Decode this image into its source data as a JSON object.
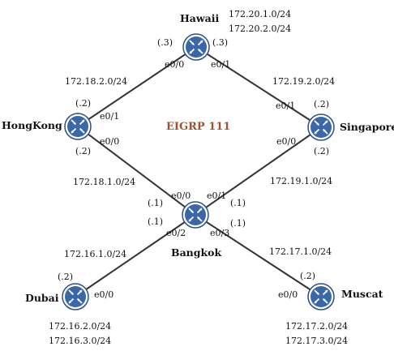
{
  "diagram": {
    "title": "EIGRP 111",
    "title_color": "#A0522D",
    "line_color": "#333333",
    "router_fill": "#3B67A8",
    "routers": {
      "hawaii": "Hawaii",
      "hongkong": "HongKong",
      "singapore": "Singapore",
      "bangkok": "Bangkok",
      "dubai": "Dubai",
      "muscat": "Muscat"
    },
    "networks": {
      "hawaii_lan1": "172.20.1.0/24",
      "hawaii_lan2": "172.20.2.0/24",
      "hk_hawaii": "172.18.2.0/24",
      "hawaii_sg": "172.19.2.0/24",
      "hk_bkk": "172.18.1.0/24",
      "sg_bkk": "172.19.1.0/24",
      "bkk_dubai": "172.16.1.0/24",
      "bkk_muscat": "172.17.1.0/24",
      "dubai_lan1": "172.16.2.0/24",
      "dubai_lan2": "172.16.3.0/24",
      "muscat_lan1": "172.17.2.0/24",
      "muscat_lan2": "172.17.3.0/24"
    },
    "host_ids": {
      "hawaii_left": "(.3)",
      "hawaii_right": "(.3)",
      "hk_top": "(.2)",
      "hk_bottom": "(.2)",
      "sg_top": "(.2)",
      "sg_bottom": "(.2)",
      "bkk_top_left": "(.1)",
      "bkk_left": "(.1)",
      "bkk_top_right": "(.1)",
      "bkk_right": "(.1)",
      "dubai": "(.2)",
      "muscat": "(.2)"
    },
    "interfaces": {
      "hawaii_e00": "e0/0",
      "hawaii_e01": "e0/1",
      "hk_e01": "e0/1",
      "hk_e00": "e0/0",
      "sg_e01": "e0/1",
      "sg_e00": "e0/0",
      "bkk_e00": "e0/0",
      "bkk_e01": "e0/1",
      "bkk_e02": "e0/2",
      "bkk_e03": "e0/3",
      "dubai_e00": "e0/0",
      "muscat_e00": "e0/0"
    }
  }
}
